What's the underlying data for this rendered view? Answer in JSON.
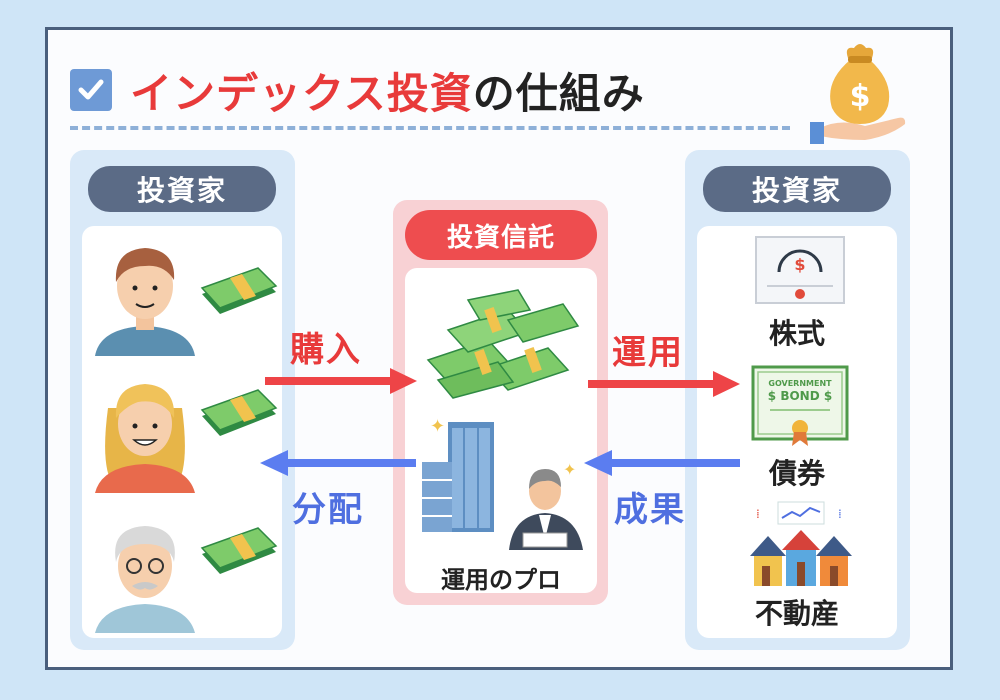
{
  "title": {
    "highlight": "インデックス投資",
    "rest": "の仕組み"
  },
  "left": {
    "heading": "投資家"
  },
  "right": {
    "heading": "投資家",
    "items": [
      "株式",
      "債券",
      "不動産"
    ]
  },
  "center": {
    "heading": "投資信託",
    "caption": "運用のプロ"
  },
  "arrows": {
    "buy": "購入",
    "distribute": "分配",
    "operate": "運用",
    "result": "成果"
  },
  "bond_text": {
    "line1": "GOVERNMENT",
    "line2": "$ BOND $"
  },
  "colors": {
    "red": "#e83a3a",
    "blue": "#4f6fe0",
    "frame": "#4a5f7d",
    "pill": "#5b6b86"
  }
}
